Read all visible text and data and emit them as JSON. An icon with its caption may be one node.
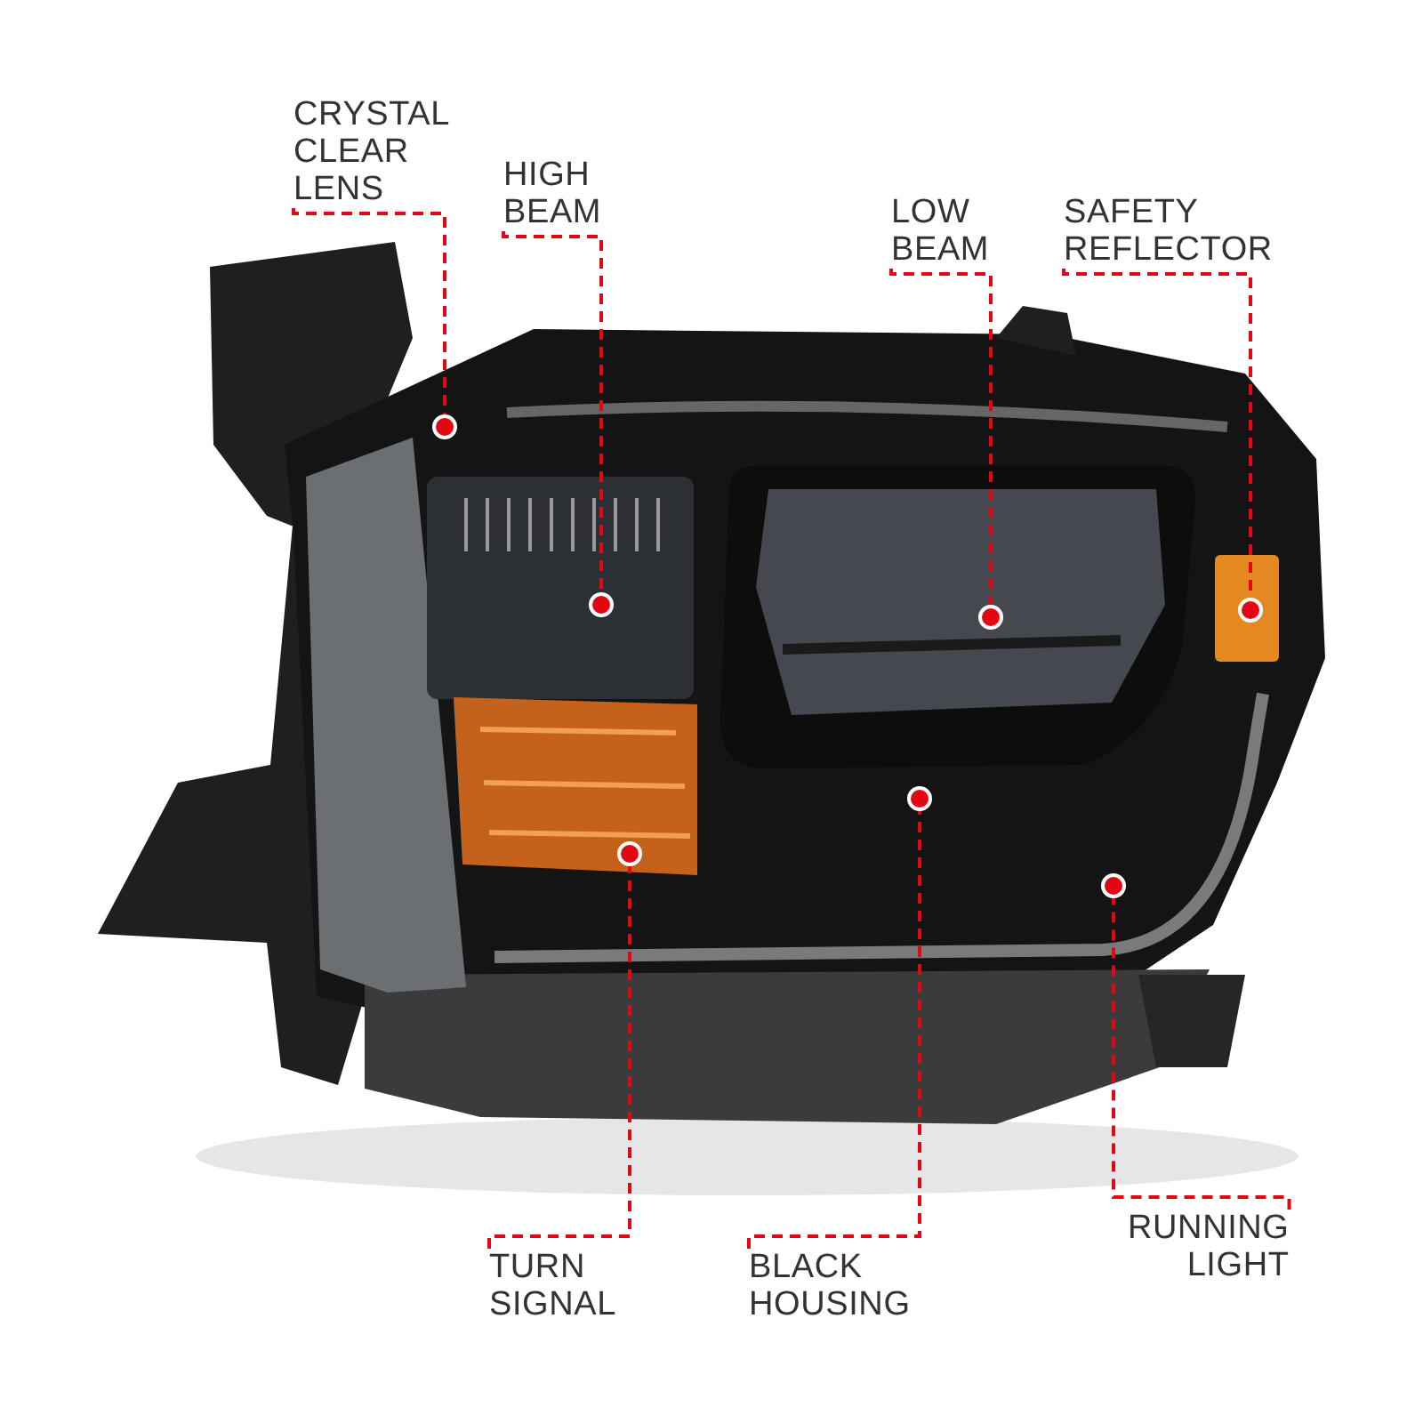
{
  "diagram": {
    "nodes": [
      {
        "text": [],
        "shape": "picture"
      },
      {
        "text": [
          "CRYSTAL CLEAR LENS"
        ]
      },
      {
        "text": [],
        "shape": "circle",
        "in": 0
      },
      {
        "text": [
          "HIGH BEAM"
        ]
      },
      {
        "text": [],
        "shape": "circle",
        "in": 0
      },
      {
        "text": [
          "LOW BEAM"
        ]
      },
      {
        "text": [],
        "shape": "circle",
        "in": 0
      },
      {
        "text": [
          "SAFETY REFLECTOR"
        ]
      },
      {
        "text": [],
        "shape": "circle",
        "in": 0
      },
      {
        "text": [
          "TURN SIGNAL"
        ]
      },
      {
        "text": [],
        "shape": "circle",
        "in": 0
      },
      {
        "text": [
          "BLACK HOUSING"
        ]
      },
      {
        "text": [],
        "shape": "circle",
        "in": 0
      },
      {
        "text": [
          "RUNNING LIGHT"
        ]
      },
      {
        "text": [],
        "shape": "circle",
        "in": 0
      }
    ],
    "edges": [
      {
        "from": 1,
        "to": 2,
        "arrow": "none",
        "style": "dashed"
      },
      {
        "from": 3,
        "to": 4,
        "arrow": "none",
        "style": "dashed"
      },
      {
        "from": 5,
        "to": 6,
        "arrow": "none",
        "style": "dashed"
      },
      {
        "from": 7,
        "to": 8,
        "arrow": "none",
        "style": "dashed"
      },
      {
        "from": 9,
        "to": 10,
        "arrow": "none",
        "style": "dashed"
      },
      {
        "from": 11,
        "to": 12,
        "arrow": "none",
        "style": "dashed"
      },
      {
        "from": 13,
        "to": 14,
        "arrow": "none",
        "style": "dashed"
      }
    ]
  }
}
